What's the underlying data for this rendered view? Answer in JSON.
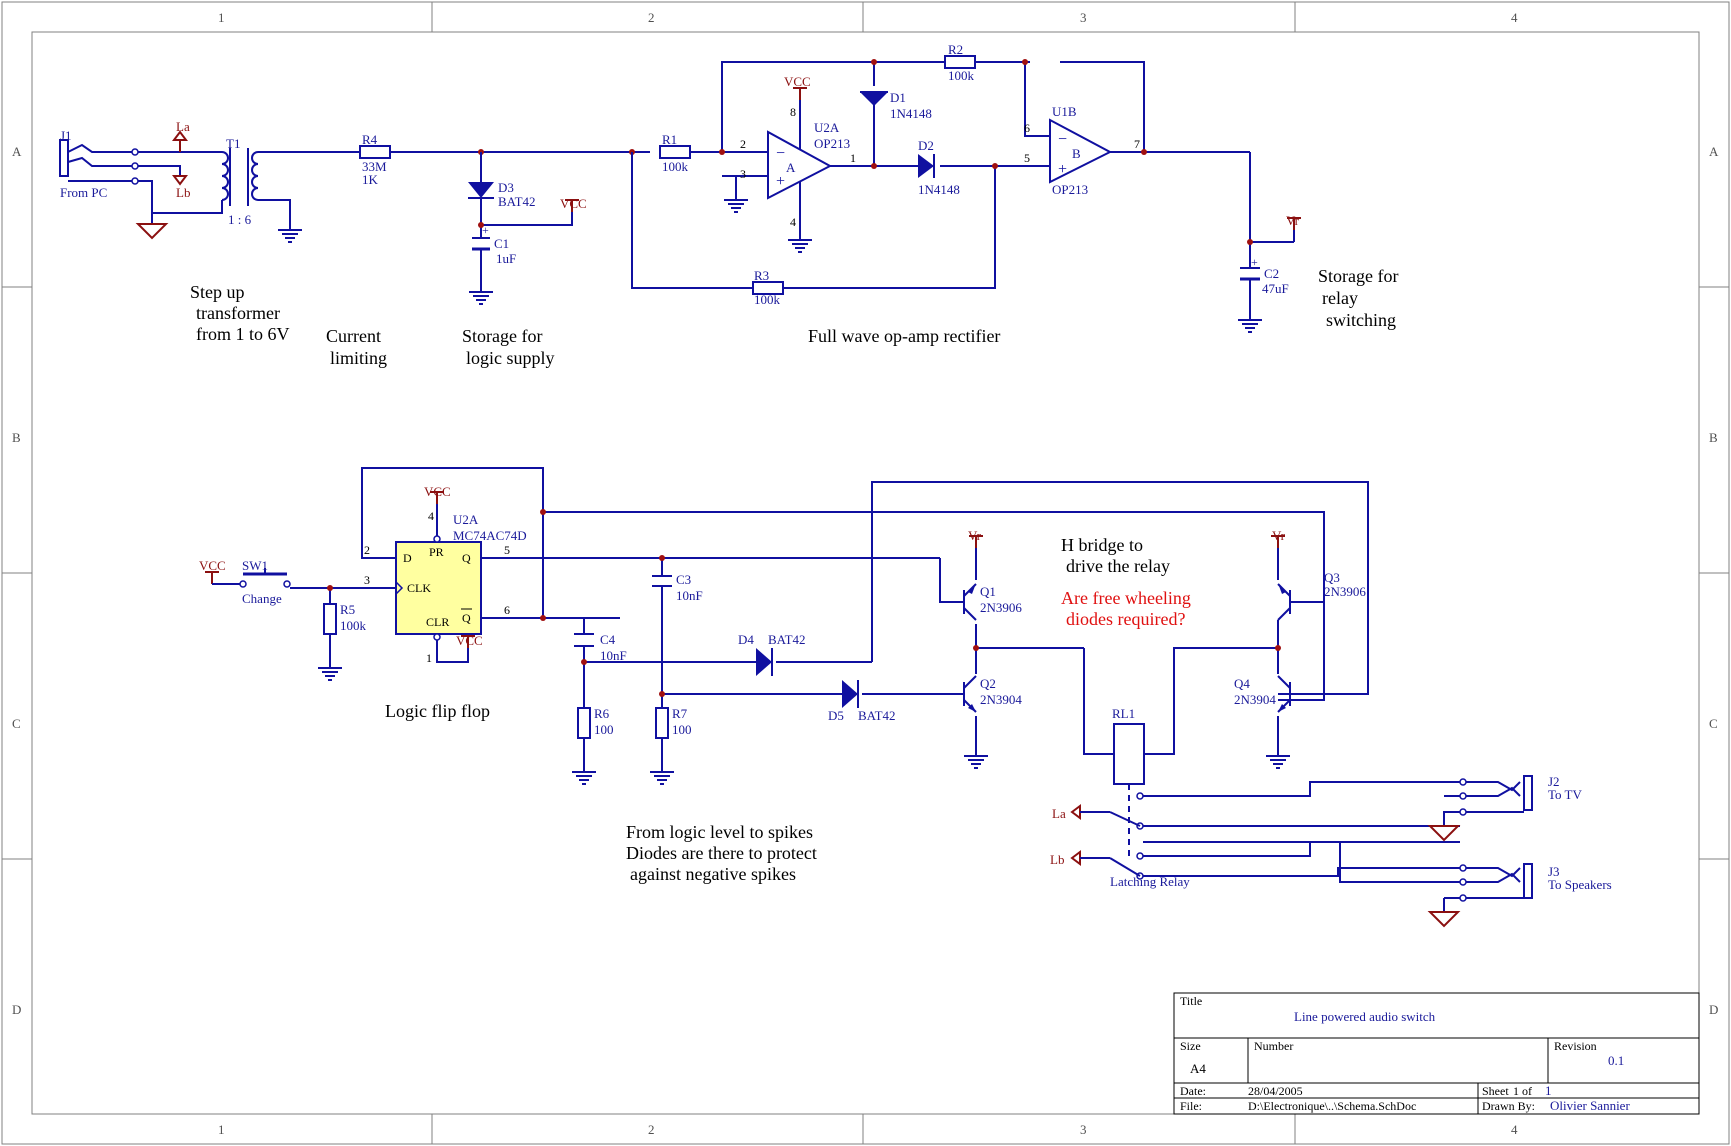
{
  "sheet": {
    "columns": [
      "1",
      "2",
      "3",
      "4"
    ],
    "rows": [
      "A",
      "B",
      "C",
      "D"
    ]
  },
  "title_block": {
    "title_caption": "Title",
    "title": "Line powered audio switch",
    "size_caption": "Size",
    "size": "A4",
    "number_caption": "Number",
    "revision_caption": "Revision",
    "revision": "0.1",
    "date_caption": "Date:",
    "date": "28/04/2005",
    "sheet_caption": "Sheet",
    "sheet_num": "1",
    "sheet_of": "of",
    "sheet_total": "1",
    "file_caption": "File:",
    "file": "D:\\Electronique\\..\\Schema.SchDoc",
    "drawn_caption": "Drawn By:",
    "drawn_by": "Olivier Sannier"
  },
  "components": {
    "j1": {
      "ref": "J1",
      "label": "From PC"
    },
    "la": "La",
    "lb": "Lb",
    "t1": {
      "ref": "T1",
      "ratio": "1 : 6"
    },
    "r4": {
      "ref": "R4",
      "v1": "33M",
      "v2": "1K"
    },
    "d3": {
      "ref": "D3",
      "value": "BAT42"
    },
    "c1": {
      "ref": "C1",
      "value": "1uF"
    },
    "vcc": "VCC",
    "r1": {
      "ref": "R1",
      "value": "100k"
    },
    "u2a_op": {
      "ref": "U2A",
      "value": "OP213",
      "part": "A"
    },
    "d1": {
      "ref": "D1",
      "value": "1N4148"
    },
    "d2": {
      "ref": "D2",
      "value": "1N4148"
    },
    "r2": {
      "ref": "R2",
      "value": "100k"
    },
    "r3": {
      "ref": "R3",
      "value": "100k"
    },
    "u1b": {
      "ref": "U1B",
      "value": "OP213",
      "part": "B"
    },
    "vr": "Vr",
    "c2": {
      "ref": "C2",
      "value": "47uF"
    },
    "sw1": {
      "ref": "SW1",
      "value": "Change"
    },
    "r5": {
      "ref": "R5",
      "value": "100k"
    },
    "u2a_ff": {
      "ref": "U2A",
      "value": "MC74AC74D",
      "d": "D",
      "pr": "PR",
      "q": "Q",
      "clk": "CLK",
      "clr": "CLR",
      "qbar": "Q"
    },
    "c3": {
      "ref": "C3",
      "value": "10nF"
    },
    "c4": {
      "ref": "C4",
      "value": "10nF"
    },
    "r6": {
      "ref": "R6",
      "value": "100"
    },
    "r7": {
      "ref": "R7",
      "value": "100"
    },
    "d4": {
      "ref": "D4",
      "value": "BAT42"
    },
    "d5": {
      "ref": "D5",
      "value": "BAT42"
    },
    "q1": {
      "ref": "Q1",
      "value": "2N3906"
    },
    "q2": {
      "ref": "Q2",
      "value": "2N3904"
    },
    "q3": {
      "ref": "Q3",
      "value": "2N3906"
    },
    "q4": {
      "ref": "Q4",
      "value": "2N3904"
    },
    "rl1": {
      "ref": "RL1",
      "value": "Latching Relay"
    },
    "j2": {
      "ref": "J2",
      "label": "To TV"
    },
    "j3": {
      "ref": "J3",
      "label": "To Speakers"
    }
  },
  "pins": {
    "p2": "2",
    "p3": "3",
    "p1": "1",
    "p8": "8",
    "p4": "4",
    "p6": "6",
    "p5": "5",
    "p7": "7",
    "ff_d": "2",
    "ff_pr": "4",
    "ff_q": "5",
    "ff_clk": "3",
    "ff_qb": "6",
    "ff_clr": "1"
  },
  "notes": {
    "step_up": [
      "Step up",
      "transformer",
      "from 1 to 6V"
    ],
    "current": [
      "Current",
      "limiting"
    ],
    "storage_logic": [
      "Storage for",
      "logic supply"
    ],
    "rectifier": "Full wave op-amp rectifier",
    "storage_relay": [
      "Storage for",
      "relay",
      "switching"
    ],
    "flipflop": "Logic flip flop",
    "hbridge": [
      "H bridge to",
      "drive the relay"
    ],
    "question": [
      "Are free wheeling",
      "diodes required?"
    ],
    "spikes": [
      "From logic level to spikes",
      "Diodes are there to protect",
      "against negative spikes"
    ]
  },
  "colors": {
    "wire": "#1010a0",
    "power": "#8b1010",
    "part_fill": "#ffffa0",
    "note_red": "#e01010"
  }
}
